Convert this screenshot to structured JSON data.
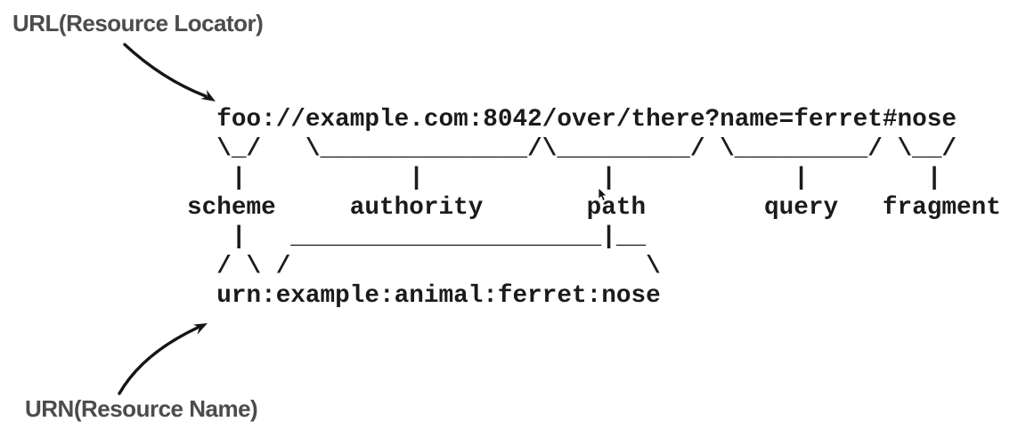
{
  "diagram": {
    "url_label": "URL(Resource Locator)",
    "urn_label": "URN(Resource Name)",
    "uri_example": "foo://example.com:8042/over/there?name=ferret#nose",
    "urn_example": "urn:example:animal:ferret:nose",
    "components": [
      "scheme",
      "authority",
      "path",
      "query",
      "fragment"
    ],
    "ascii_lines": [
      "  foo://example.com:8042/over/there?name=ferret#nose",
      "  \\_/   \\______________/\\_________/ \\_________/ \\__/",
      "   |           |            |            |        |",
      "scheme     authority       path        query   fragment",
      "   |   _____________________|__",
      "  / \\ /                        \\",
      "  urn:example:animal:ferret:nose"
    ],
    "colors": {
      "background": "#ffffff",
      "mono_text": "#1b1b1b",
      "label_text": "#4c4c4c",
      "arrow": "#161616"
    }
  }
}
